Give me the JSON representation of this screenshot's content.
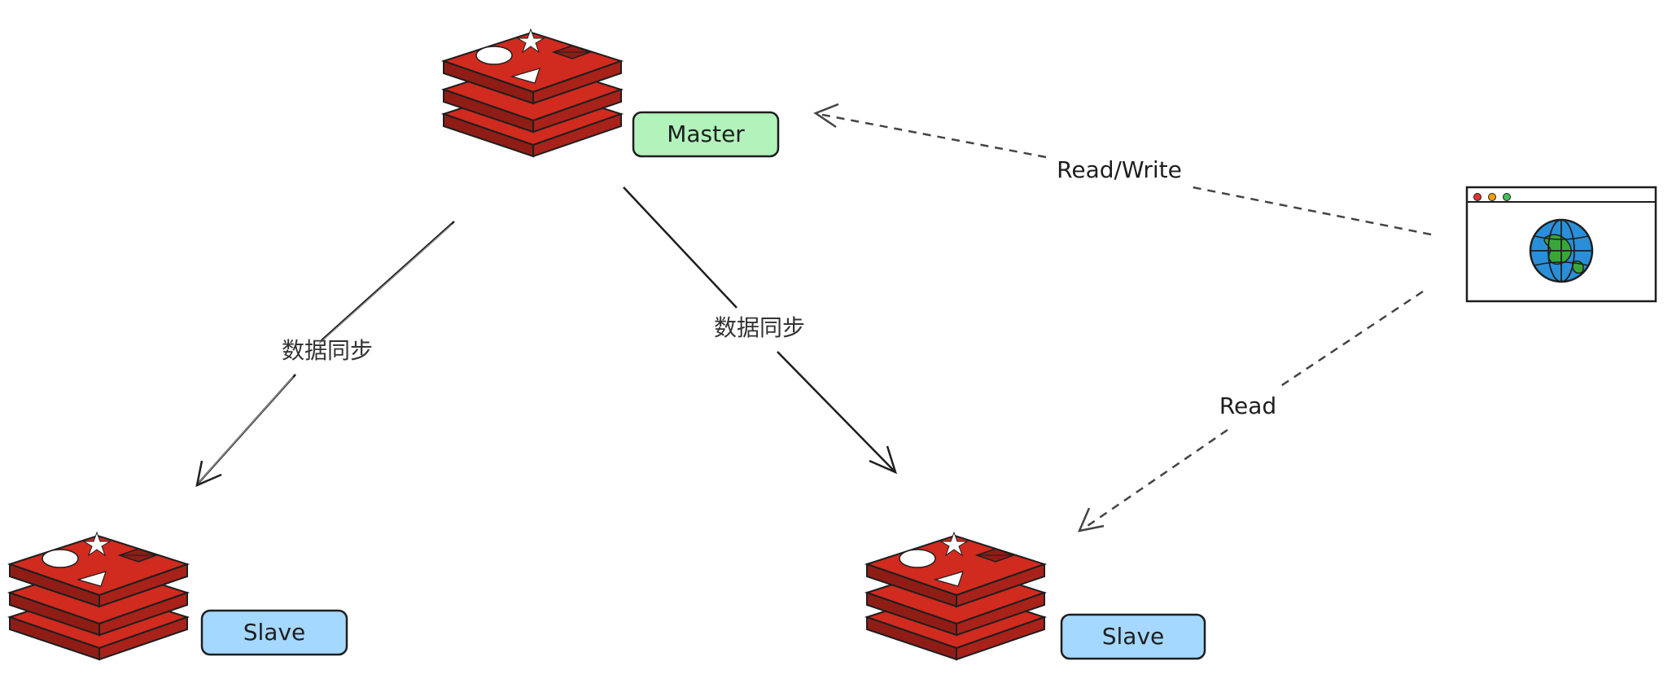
{
  "nodes": {
    "master": {
      "label": "Master",
      "fill": "#b2f2bb"
    },
    "slave_left": {
      "label": "Slave",
      "fill": "#a5d8ff"
    },
    "slave_right": {
      "label": "Slave",
      "fill": "#a5d8ff"
    }
  },
  "edges": {
    "sync_left": {
      "label": "数据同步"
    },
    "sync_right": {
      "label": "数据同步"
    },
    "client_rw": {
      "label": "Read/Write"
    },
    "client_read": {
      "label": "Read"
    }
  },
  "colors": {
    "redis_red": "#d12a1f",
    "redis_dark": "#8f1d16",
    "stroke": "#1e1e1e",
    "globe_blue": "#2a8fd8",
    "globe_green": "#3aa63a"
  },
  "icons": {
    "redis": "redis-stack-icon",
    "browser": "browser-window-icon",
    "globe": "globe-icon"
  }
}
